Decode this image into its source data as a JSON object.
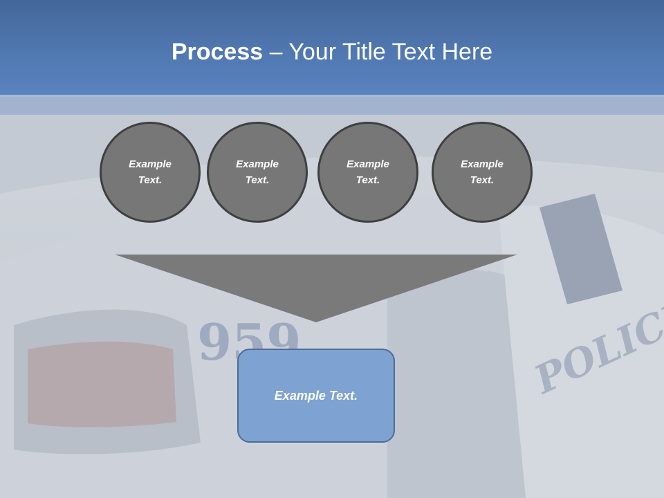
{
  "title": {
    "bold": "Process",
    "rest": " – Your Title Text Here"
  },
  "circles": [
    {
      "label": "Example Text."
    },
    {
      "label": "Example Text."
    },
    {
      "label": "Example Text."
    },
    {
      "label": "Example Text."
    }
  ],
  "result": {
    "label": "Example Text."
  },
  "background": {
    "car_number": "959",
    "car_text": "POLICE"
  },
  "colors": {
    "title_bar": "#5179b2",
    "circle_fill": "#777777",
    "circle_border": "#3f3f3f",
    "funnel": "#7a7a7a",
    "result_fill": "#7ea2d2",
    "result_border": "#4d6c96"
  }
}
